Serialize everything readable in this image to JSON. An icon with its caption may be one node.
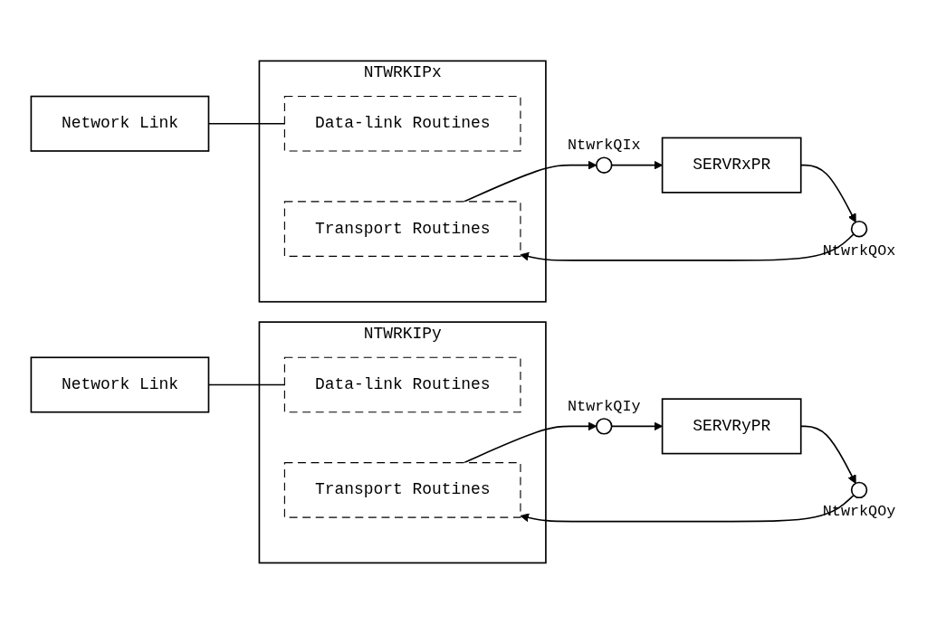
{
  "diagram": {
    "nodes": [
      {
        "text": [
          "NTWRKIPx"
        ]
      },
      {
        "text": [
          "Data-link Routines"
        ],
        "in": 0
      },
      {
        "text": [
          "Transport Routines"
        ],
        "in": 0
      },
      {
        "text": [],
        "shape": "circle",
        "beside": [
          "NtwrkQIx"
        ]
      },
      {
        "text": [
          "SERVRxPR"
        ]
      },
      {
        "text": [],
        "shape": "circle",
        "beside": [
          "NtwrkQOx"
        ]
      },
      {
        "text": [
          "Network Link"
        ]
      },
      {
        "text": [
          "NTWRKIPy"
        ]
      },
      {
        "text": [
          "Data-link Routines"
        ],
        "in": 7
      },
      {
        "text": [
          "Transport Routines"
        ],
        "in": 7
      },
      {
        "text": [],
        "shape": "circle",
        "beside": [
          "NtwrkQIy"
        ]
      },
      {
        "text": [
          "SERVRyPR"
        ]
      },
      {
        "text": [],
        "shape": "circle",
        "beside": [
          "NtwrkQOy"
        ]
      },
      {
        "text": [
          "Network Link"
        ]
      }
    ],
    "edges": [
      {
        "from": 6,
        "to": 1,
        "arrow": "none"
      },
      {
        "from": 2,
        "to": 3,
        "arrow": "to"
      },
      {
        "from": 3,
        "to": 4,
        "arrow": "to"
      },
      {
        "from": 4,
        "to": 5,
        "arrow": "to"
      },
      {
        "from": 5,
        "to": 2,
        "arrow": "to"
      },
      {
        "from": 13,
        "to": 8,
        "arrow": "none"
      },
      {
        "from": 9,
        "to": 10,
        "arrow": "to"
      },
      {
        "from": 10,
        "to": 11,
        "arrow": "to"
      },
      {
        "from": 11,
        "to": 12,
        "arrow": "to"
      },
      {
        "from": 12,
        "to": 9,
        "arrow": "to"
      }
    ]
  }
}
